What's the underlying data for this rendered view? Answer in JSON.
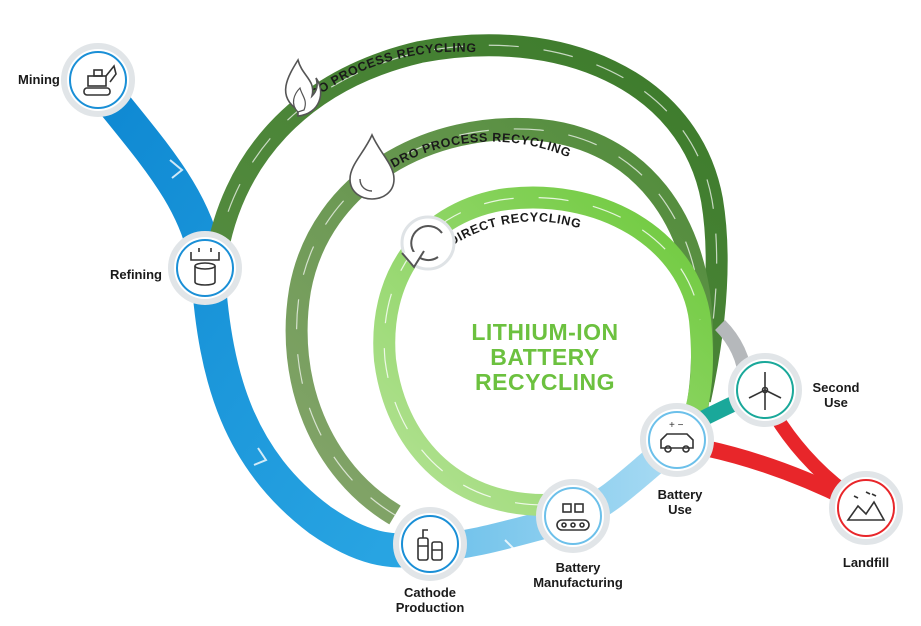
{
  "title": {
    "lines": [
      "LITHIUM-ION",
      "BATTERY",
      "RECYCLING"
    ],
    "color": "#6cc13f"
  },
  "nodes": {
    "mining": "Mining",
    "refining": "Refining",
    "cathode": [
      "Cathode",
      "Production"
    ],
    "manufacturing": [
      "Battery",
      "Manufacturing"
    ],
    "battery_use": [
      "Battery",
      "Use"
    ],
    "second_use": [
      "Second",
      "Use"
    ],
    "landfill": "Landfill"
  },
  "loops": {
    "pyro": "PYRO PROCESS RECYCLING",
    "hydro": "HYDRO PROCESS RECYCLING",
    "direct": "DIRECT RECYCLING"
  },
  "colors": {
    "supply_chain": "#1a8fd6",
    "supply_light": "#6cc0ea",
    "pyro": "#3f7d2f",
    "hydro": "#6b9c52",
    "direct": "#74cf3b",
    "second_use": "#1aa89a",
    "landfill": "#e8262a",
    "gray": "#b5b8bb"
  },
  "icons": {
    "mining": "excavator-icon",
    "refining": "refinery-crucible-icon",
    "cathode": "factory-tanks-icon",
    "manufacturing": "conveyor-icon",
    "battery_use": "electric-car-icon",
    "second_use": "wind-turbine-icon",
    "landfill": "landfill-icon",
    "pyro": "flame-icon",
    "hydro": "water-drop-icon",
    "direct": "circular-arrow-icon"
  }
}
